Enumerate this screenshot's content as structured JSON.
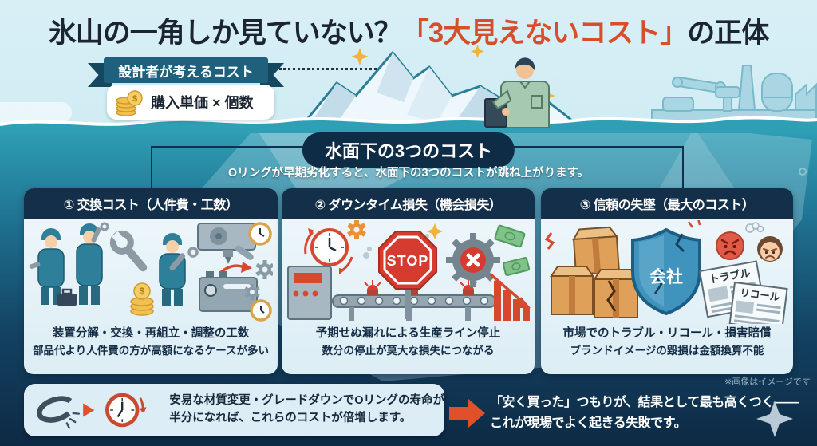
{
  "title": {
    "part_black1": "氷山の一角しか見ていない？",
    "part_red": "「3大見えないコスト」",
    "part_black2": "の正体"
  },
  "designer_cost": {
    "ribbon_label": "設計者が考えるコスト",
    "formula": "購入単価 × 個数"
  },
  "underwater": {
    "banner": "水面下の3つのコスト",
    "subtitle": "Oリングが早期劣化すると、水面下の3つのコストが跳ね上がります。"
  },
  "cards": [
    {
      "header": "① 交換コスト（人件費・工数）",
      "caption_line1": "装置分解・交換・再組立・調整の工数",
      "caption_line2": "部品代より人件費の方が高額になるケースが多い",
      "illustration": "workers-disassembling-machine-with-clocks-and-coins"
    },
    {
      "header": "② ダウンタイム損失（機会損失）",
      "stop_sign_label": "STOP",
      "caption_line1": "予期せぬ漏れによる生産ライン停止",
      "caption_line2": "数分の停止が莫大な損失につながる",
      "illustration": "stopped-conveyor-line-with-stop-sign-and-falling-chart"
    },
    {
      "header": "③ 信頼の失墜（最大のコスト）",
      "shield_label": "会社",
      "news1_label": "トラブル",
      "news2_label": "リコール",
      "caption_line1": "市場でのトラブル・リコール・損害賠償",
      "caption_line2": "ブランドイメージの毀損は金額換算不能",
      "illustration": "broken-boxes-cracked-shield-angry-customers-newspapers"
    }
  ],
  "warning_box": {
    "line1": "安易な材質変更・グレードダウンでOリングの寿命が",
    "line2": "半分になれば、これらのコストが倍増します。"
  },
  "conclusion": {
    "line1": "「安く買った」つもりが、結果として最も高くつく——",
    "line2": "これが現場でよく起きる失敗です。"
  },
  "image_note": "※画像はイメージです",
  "icons": {
    "currency_symbol": "$",
    "names": [
      "coin-stack-icon",
      "iceberg-graphic",
      "engineer-with-tablet",
      "factory-silhouette",
      "sparkle-icon",
      "broken-oring-icon",
      "triangle-arrow-icon",
      "clock-icon",
      "right-arrow-icon",
      "gear-icon",
      "stop-sign-icon",
      "shield-icon",
      "newspaper-icon",
      "angry-face-icon"
    ]
  },
  "colors": {
    "accent_red": "#d84e2a",
    "deep_navy": "#0f2c46",
    "ribbon_teal": "#1f607c",
    "water_top": "#2f9fb5",
    "water_bottom": "#0d2a44",
    "card_body": "#e7f3f9"
  }
}
